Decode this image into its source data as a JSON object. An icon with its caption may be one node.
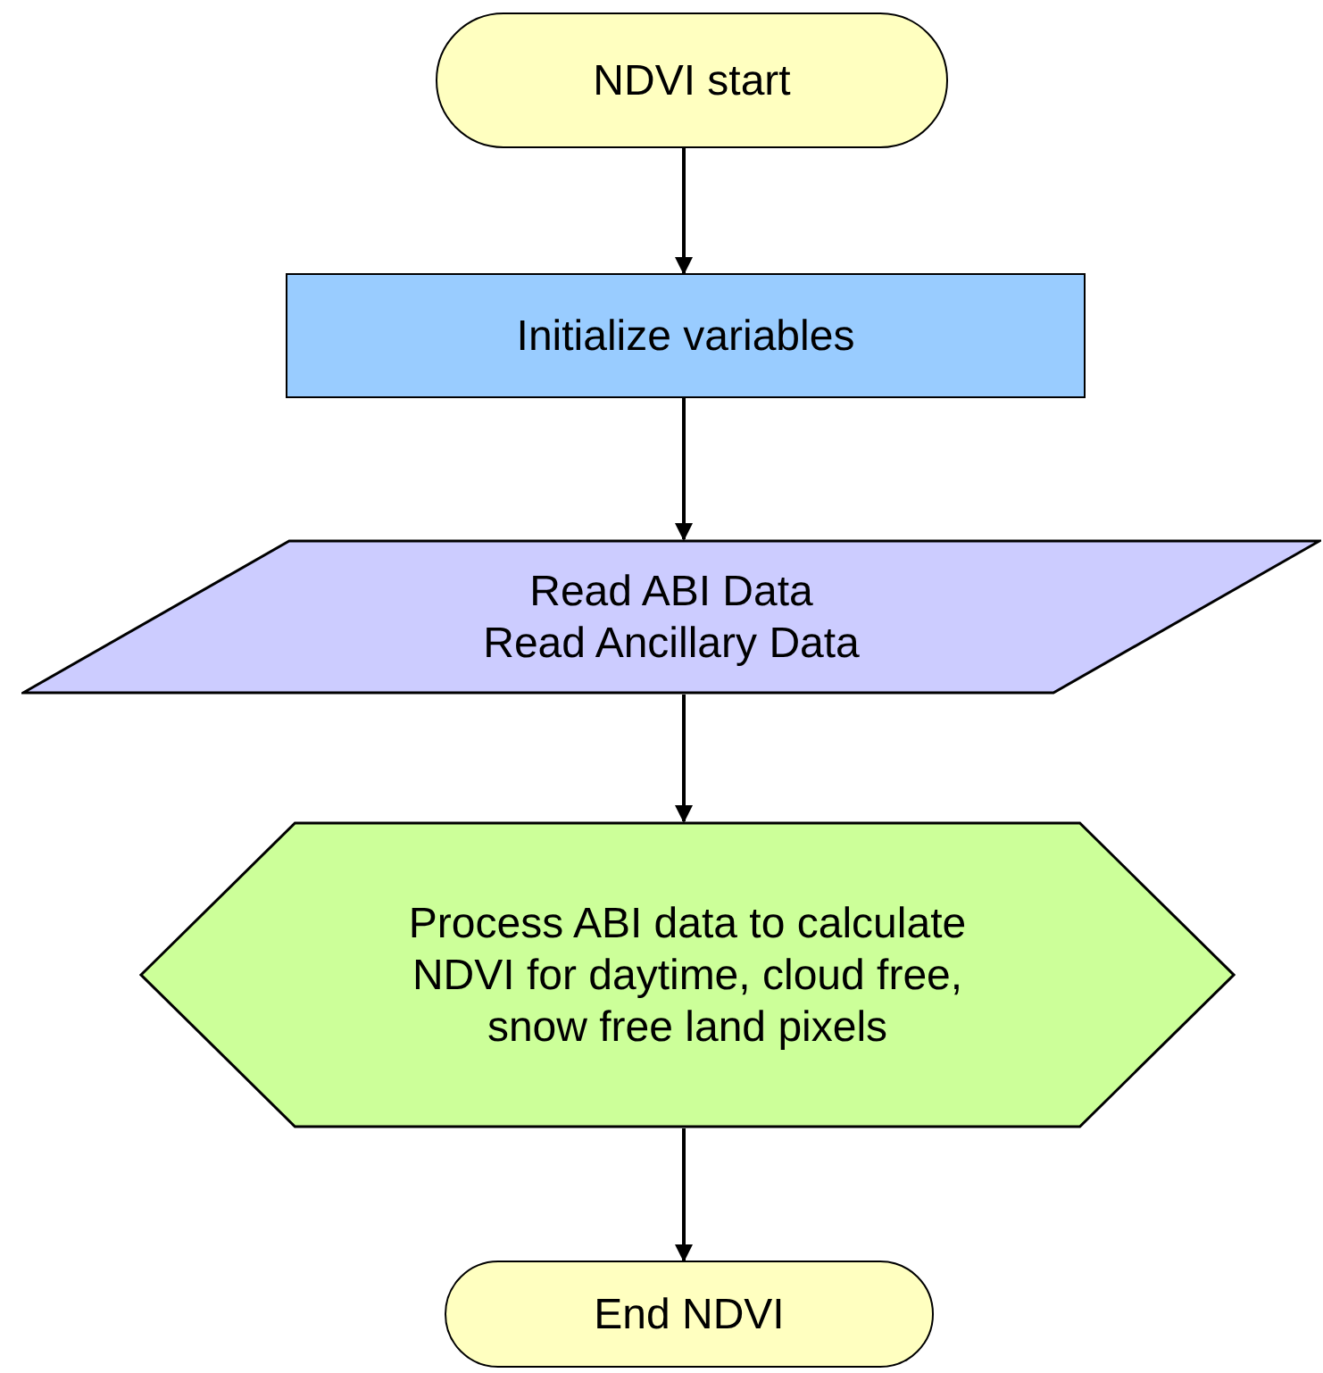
{
  "diagram": {
    "nodes": [
      {
        "text": [
          "NDVI start"
        ]
      },
      {
        "text": [
          "Initialize variables"
        ]
      },
      {
        "text": [
          "Read ABI Data",
          "Read Ancillary Data"
        ]
      },
      {
        "text": [
          "Process ABI data to calculate NDVI for daytime, cloud free, snow free land pixels"
        ]
      },
      {
        "text": [
          "End NDVI"
        ]
      }
    ],
    "edges": [
      {
        "from": 0,
        "to": 1,
        "arrow": "to"
      },
      {
        "from": 1,
        "to": 2,
        "arrow": "to"
      },
      {
        "from": 2,
        "to": 3,
        "arrow": "to"
      },
      {
        "from": 3,
        "to": 4,
        "arrow": "to"
      }
    ]
  }
}
